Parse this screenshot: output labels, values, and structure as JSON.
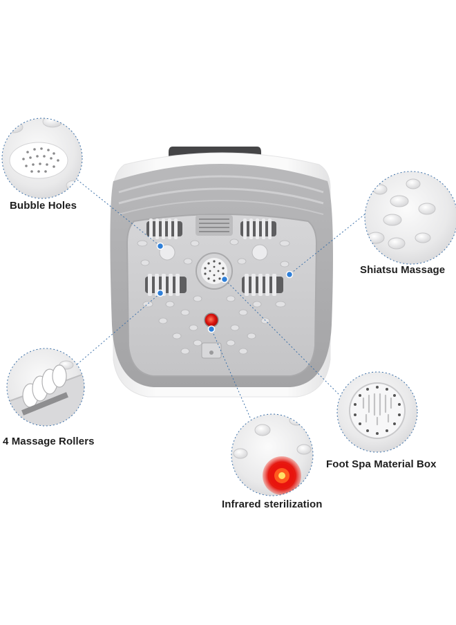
{
  "features": {
    "bubble_holes": "Bubble Holes",
    "shiatsu_massage": "Shiatsu Massage",
    "massage_rollers": "4 Massage Rollers",
    "material_box": "Foot Spa Material Box",
    "infrared": "Infrared sterilization"
  },
  "colors": {
    "callout_line": "#3a6fa8",
    "callout_dot": "#2f7fd8",
    "tub_gray": "#c9c9cb",
    "tub_dark": "#9a9a9c",
    "infrared_red": "#e11a12",
    "top_cap": "#4a4a4c"
  }
}
